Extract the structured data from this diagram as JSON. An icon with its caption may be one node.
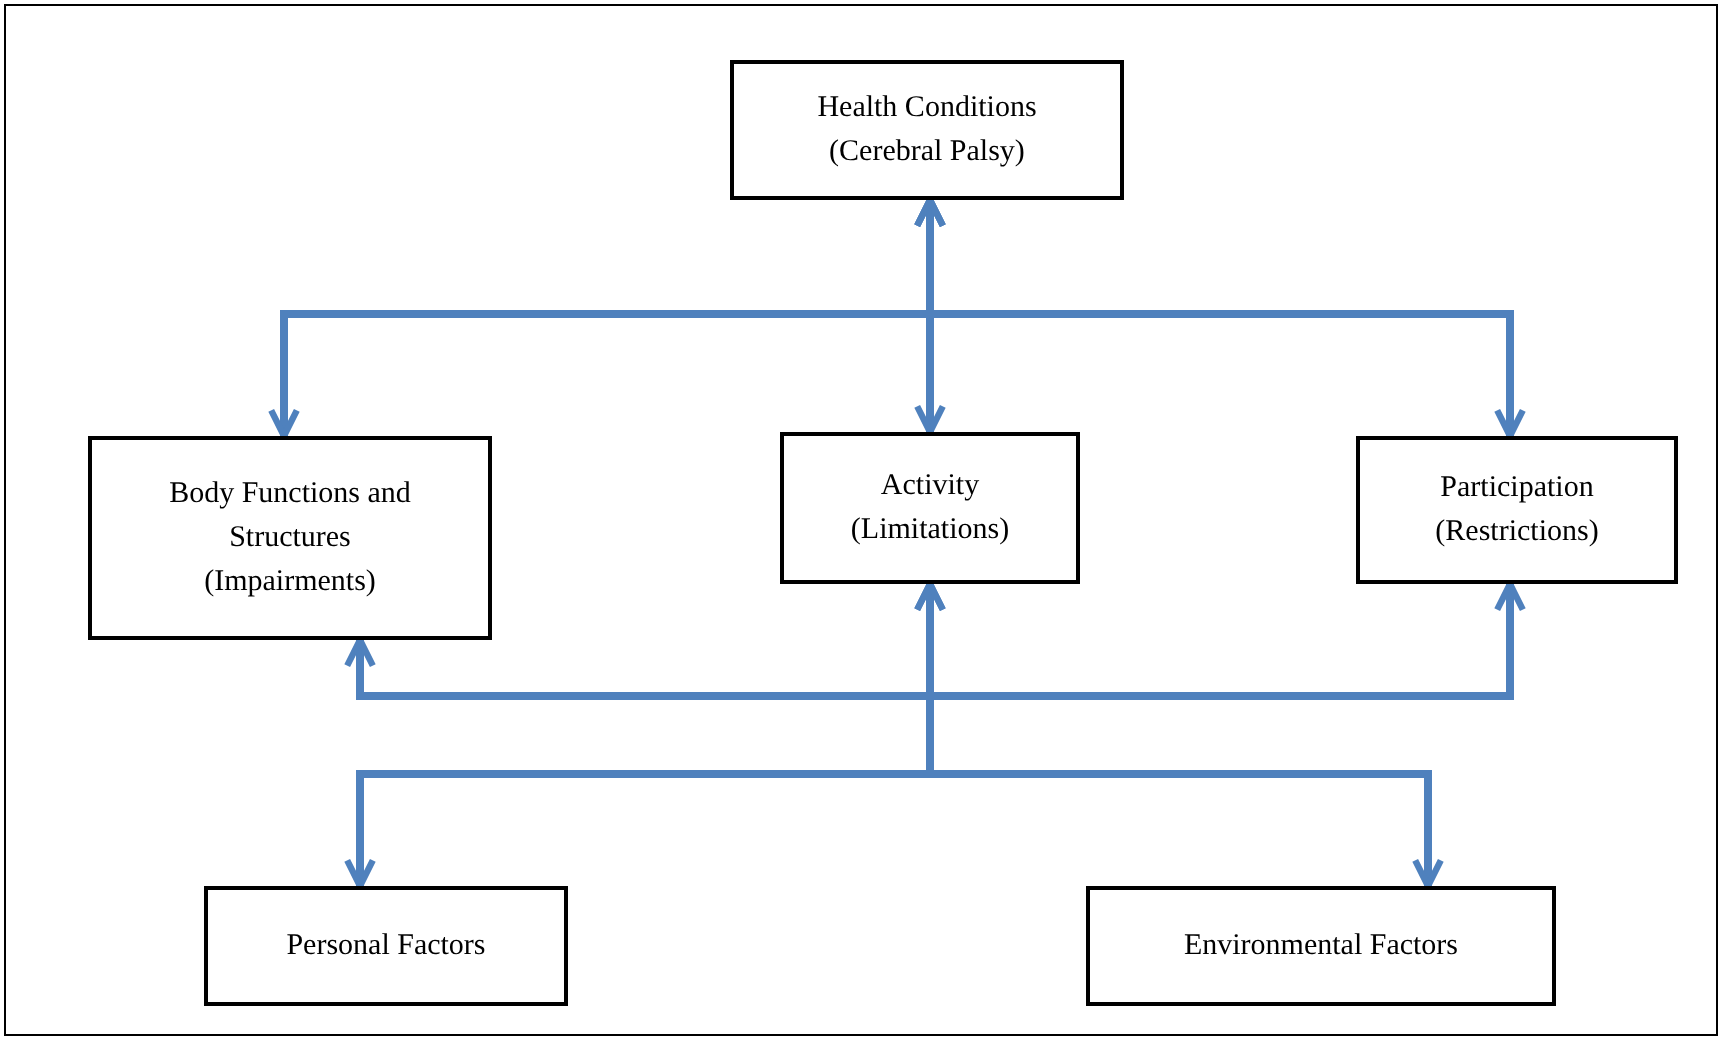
{
  "diagram": {
    "nodes": [
      {
        "text": [
          "Health Conditions",
          "(Cerebral Palsy)"
        ]
      },
      {
        "text": [
          "Body Functions and Structures",
          "(Impairments)"
        ]
      },
      {
        "text": [
          "Activity",
          "(Limitations)"
        ]
      },
      {
        "text": [
          "Participation",
          "(Restrictions)"
        ]
      },
      {
        "text": [
          "Personal Factors"
        ]
      },
      {
        "text": [
          "Environmental Factors"
        ]
      }
    ],
    "edges": [
      {
        "from": 0,
        "to": 2,
        "arrow": "both"
      },
      {
        "from": 0,
        "to": 1,
        "arrow": "both"
      },
      {
        "from": 0,
        "to": 3,
        "arrow": "both"
      },
      {
        "from": 2,
        "to": 1,
        "arrow": "both"
      },
      {
        "from": 2,
        "to": 3,
        "arrow": "both"
      },
      {
        "from": 2,
        "to": 4,
        "arrow": "both"
      },
      {
        "from": 2,
        "to": 5,
        "arrow": "both"
      }
    ]
  }
}
